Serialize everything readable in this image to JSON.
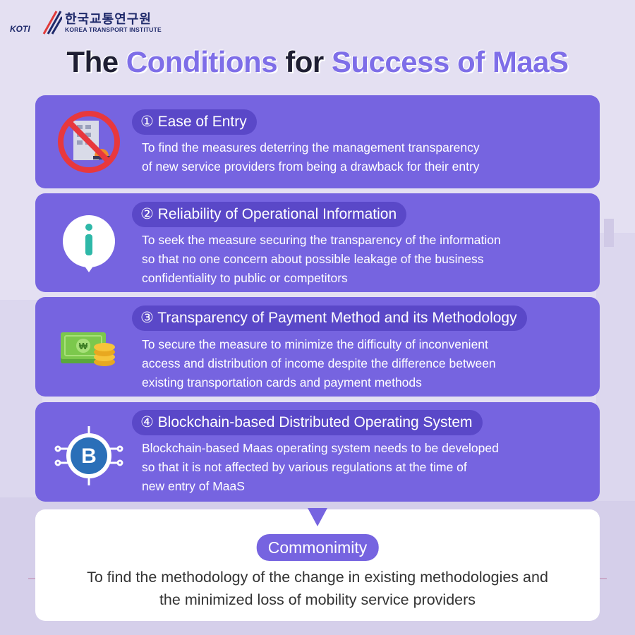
{
  "logo": {
    "korean": "한국교통연구원",
    "english": "KOREA TRANSPORT INSTITUTE",
    "mark": "KOTI"
  },
  "title": {
    "part1": "The ",
    "part2": "Conditions",
    "part3": " for ",
    "part4": "Success of MaaS"
  },
  "conditions": [
    {
      "icon": "no-building-icon",
      "heading": "① Ease of Entry",
      "text": "To find the measures deterring the management transparency\nof new service providers from being a drawback for their entry"
    },
    {
      "icon": "info-icon",
      "heading": "② Reliability of Operational Information",
      "text": "To seek the measure securing the transparency of the information\nso that no one concern about possible leakage of the business\nconfidentiality to public or competitors"
    },
    {
      "icon": "money-coins-icon",
      "heading": "③ Transparency of Payment Method and its Methodology",
      "text": "To secure the measure to minimize the difficulty of inconvenient\naccess and distribution of income despite the difference between\nexisting transportation cards and payment methods"
    },
    {
      "icon": "bitcoin-icon",
      "heading": "④ Blockchain-based Distributed Operating System",
      "text": "Blockchain-based Maas operating system needs to be developed\nso that it is not affected by various regulations at the time of\nnew entry of MaaS"
    }
  ],
  "summary": {
    "heading": "Commonimity",
    "text": "To find the methodology of the change in existing methodologies and\nthe minimized loss of mobility service providers"
  },
  "colors": {
    "card": "#7664e0",
    "pill": "#5a48c8",
    "accent": "#7e6ee8",
    "background": "#e4e0f2"
  }
}
